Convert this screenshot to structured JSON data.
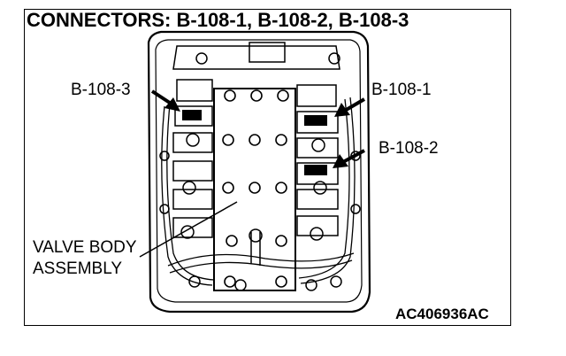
{
  "title": "CONNECTORS: B-108-1, B-108-2,  B-108-3",
  "callouts": {
    "b108_3": "B-108-3",
    "b108_1": "B-108-1",
    "b108_2": "B-108-2",
    "valve_body_line1": "VALVE BODY",
    "valve_body_line2": "ASSEMBLY"
  },
  "figure_id": "AC406936AC"
}
